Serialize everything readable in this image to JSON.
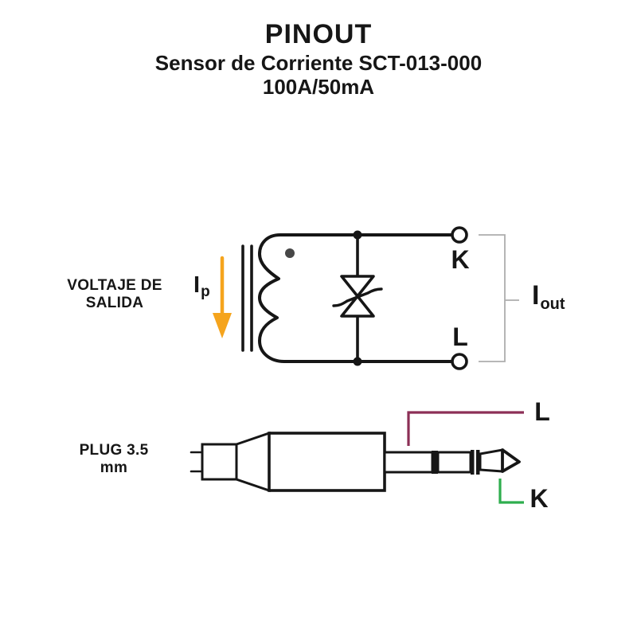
{
  "header": {
    "title": "PINOUT",
    "subtitle_model": "Sensor de Corriente SCT-013-000",
    "subtitle_rating": "100A/50mA"
  },
  "circuit": {
    "output_label": {
      "line1": "VOLTAJE DE",
      "line2": "SALIDA"
    },
    "primary_current": {
      "base": "I",
      "sub": "p"
    },
    "output_current": {
      "base": "I",
      "sub": "out"
    },
    "terminal_k": "K",
    "terminal_l": "L"
  },
  "plug": {
    "label": {
      "line1": "PLUG 3.5",
      "line2": "mm"
    },
    "wire_l_label": "L",
    "wire_k_label": "K"
  },
  "colors": {
    "line_black": "#161616",
    "arrow_orange": "#f5a41d",
    "wire_l_purple": "#8c2f56",
    "wire_k_green": "#2eae4e",
    "bracket_gray": "#adadad",
    "polarity_dot_gray": "#474747"
  }
}
